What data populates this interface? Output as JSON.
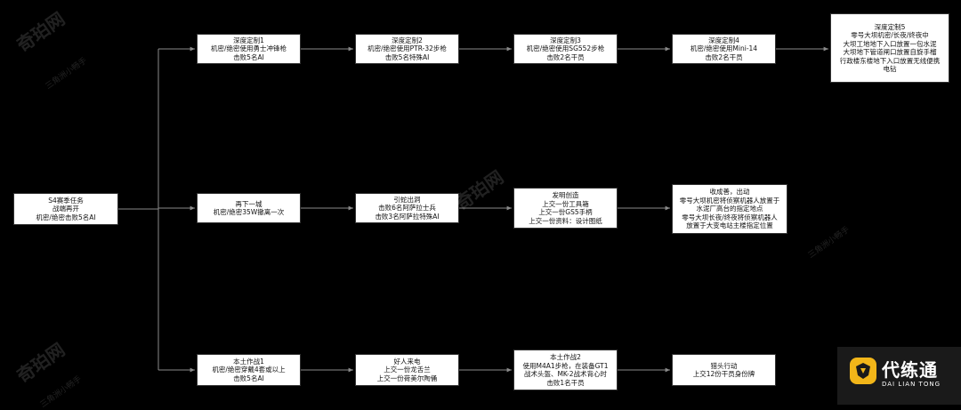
{
  "diagram": {
    "root": {
      "lines": [
        "S4赛季任务",
        "战端再开",
        "机密/绝密击败5名AI"
      ]
    },
    "rows": [
      [
        {
          "lines": [
            "深度定制1",
            "机密/绝密使用勇士冲锋枪",
            "击败5名AI"
          ]
        },
        {
          "lines": [
            "深度定制2",
            "机密/绝密使用PTR-32步枪",
            "击败5名特殊AI"
          ]
        },
        {
          "lines": [
            "深度定制3",
            "机密/绝密使用SG552步枪",
            "击败2名干员"
          ]
        },
        {
          "lines": [
            "深度定制4",
            "机密/绝密使用Mini-14",
            "击败2名干员"
          ]
        },
        {
          "lines": [
            "深度定制5",
            "零号大坝机密/长夜/终夜中",
            "大坝工地地下入口放置一包水泥",
            "大坝地下管道闸口放置自旋手榴",
            "行政楼东楼地下入口放置无线便携",
            "电钻"
          ]
        }
      ],
      [
        {
          "lines": [
            "再下一城",
            "机密/绝密35W撤离一次"
          ]
        },
        {
          "lines": [
            "引蛇出洞",
            "击败6名阿萨拉士兵",
            "击败3名阿萨拉特殊AI"
          ]
        },
        {
          "lines": [
            "发明创造",
            "上交一份工具箱",
            "上交一份GS5手柄",
            "上交一份资料：设计图纸"
          ]
        },
        {
          "lines": [
            "收成善，出动",
            "零号大坝机密将侦察机器人放置于",
            "水泥厂高台的指定地点",
            "零号大坝长夜/终夜将侦察机器人",
            "放置于大变电站主楼指定位置"
          ]
        }
      ],
      [
        {
          "lines": [
            "本土作战1",
            "机密/绝密穿戴4套或以上",
            "击败5名AI"
          ]
        },
        {
          "lines": [
            "好人来电",
            "上交一份龙舌兰",
            "上交一份荷美尔陶俑"
          ]
        },
        {
          "lines": [
            "本土作战2",
            "使用M4A1步枪，在装备GT1",
            "战术头盔、MK-2战术背心时",
            "击败1名干员"
          ]
        },
        {
          "lines": [
            "猎头行动",
            "上交12份干员身份牌"
          ]
        }
      ]
    ]
  },
  "watermarks": {
    "site_name": "奇珀网",
    "author": "三角洲小畅手"
  },
  "logo": {
    "icon": "dragon-shield-icon",
    "title": "代练通",
    "subtitle": "DAI LIAN TONG",
    "accent_color": "#f2b619"
  },
  "colors": {
    "background": "#000000",
    "node_fill": "#ffffff",
    "edge": "#8a8a8a"
  }
}
